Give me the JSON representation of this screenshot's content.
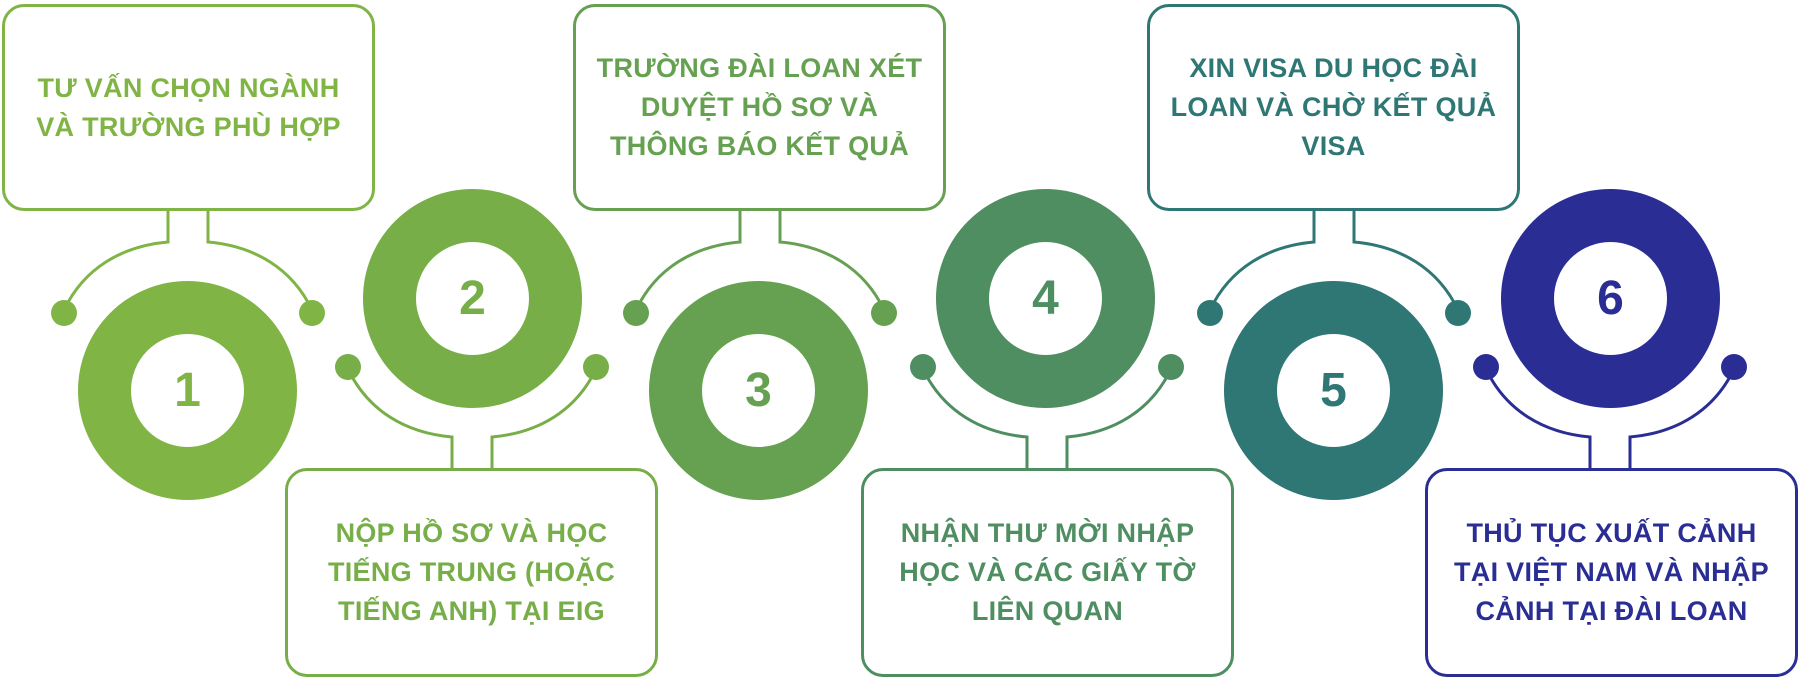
{
  "steps": [
    {
      "number": "1",
      "text": "TƯ VẤN CHỌN NGÀNH VÀ TRƯỜNG PHÙ HỢP",
      "color": "#80b445"
    },
    {
      "number": "2",
      "text": "NỘP HỒ SƠ VÀ HỌC TIẾNG TRUNG (HOẶC TIẾNG ANH) TẠI EIG",
      "color": "#77ae48"
    },
    {
      "number": "3",
      "text": "TRƯỜNG ĐÀI LOAN XÉT DUYỆT HỒ SƠ VÀ THÔNG BÁO KẾT QUẢ",
      "color": "#66a151"
    },
    {
      "number": "4",
      "text": "NHẬN THƯ MỜI NHẬP HỌC VÀ CÁC GIẤY TỜ LIÊN QUAN",
      "color": "#4e8e60"
    },
    {
      "number": "5",
      "text": "XIN VISA DU HỌC ĐÀI LOAN VÀ CHỜ KẾT QUẢ VISA",
      "color": "#2e7775"
    },
    {
      "number": "6",
      "text": "THỦ TỤC XUẤT CẢNH TẠI VIỆT NAM VÀ NHẬP CẢNH TẠI ĐÀI LOAN",
      "color": "#2a2e94"
    }
  ]
}
